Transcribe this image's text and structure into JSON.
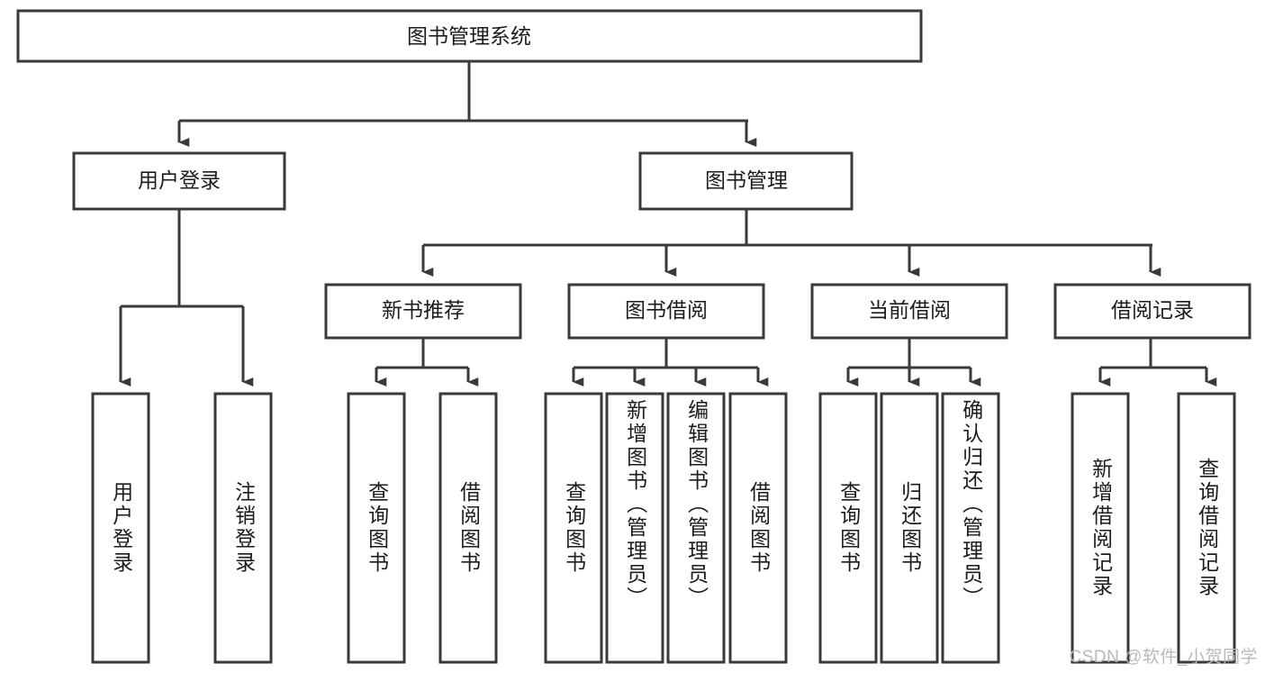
{
  "diagram": {
    "type": "tree",
    "title": "图书管理系统",
    "watermark": "CSDN @软件_小贺同学",
    "colors": {
      "stroke": "#3a3a3a",
      "fill": "#ffffff",
      "text": "#1c1c1c",
      "watermark": "#b9b9b9",
      "background": "#ffffff"
    },
    "levels": {
      "root": {
        "label": "图书管理系统"
      },
      "level2": [
        {
          "label": "用户登录"
        },
        {
          "label": "图书管理"
        }
      ],
      "level3": [
        {
          "label": "新书推荐"
        },
        {
          "label": "图书借阅"
        },
        {
          "label": "当前借阅"
        },
        {
          "label": "借阅记录"
        }
      ],
      "leaves": [
        {
          "label": "用户登录",
          "parent": "用户登录"
        },
        {
          "label": "注销登录",
          "parent": "用户登录"
        },
        {
          "label": "查询图书",
          "parent": "新书推荐"
        },
        {
          "label": "借阅图书",
          "parent": "新书推荐"
        },
        {
          "label": "查询图书",
          "parent": "图书借阅"
        },
        {
          "label": "新增图书（管理员）",
          "parent": "图书借阅"
        },
        {
          "label": "编辑图书（管理员）",
          "parent": "图书借阅"
        },
        {
          "label": "借阅图书",
          "parent": "图书借阅"
        },
        {
          "label": "查询图书",
          "parent": "当前借阅"
        },
        {
          "label": "归还图书",
          "parent": "当前借阅"
        },
        {
          "label": "确认归还（管理员）",
          "parent": "当前借阅"
        },
        {
          "label": "新增借阅记录",
          "parent": "借阅记录"
        },
        {
          "label": "查询借阅记录",
          "parent": "借阅记录"
        }
      ]
    }
  }
}
